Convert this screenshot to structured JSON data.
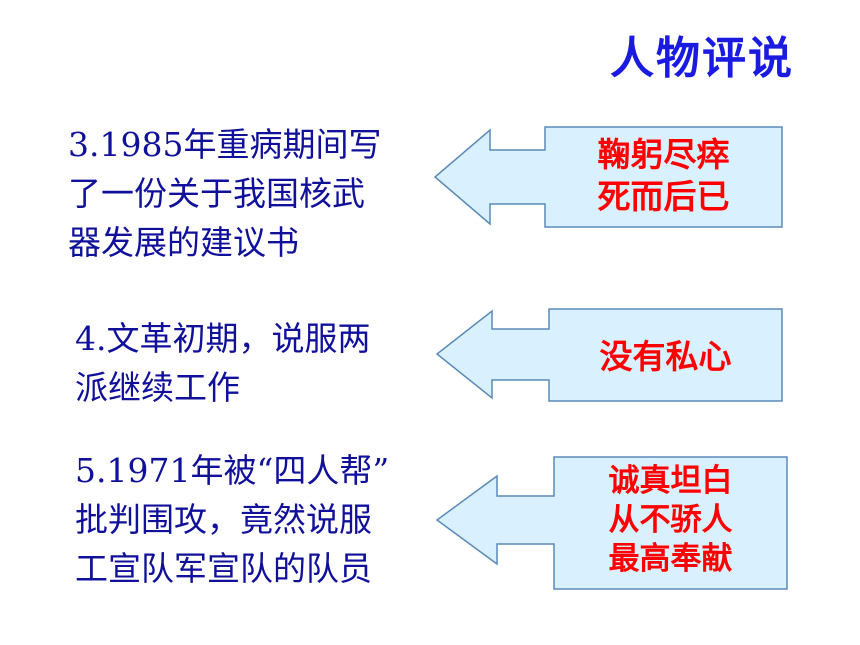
{
  "title": "人物评说",
  "items": [
    {
      "fact_lines": [
        "3.1985年重病期间写",
        "了一份关于我国核武",
        "器发展的建议书"
      ],
      "comment_lines": [
        "鞠躬尽瘁",
        "死而后已"
      ]
    },
    {
      "fact_lines": [
        "4.文革初期，说服两",
        "派继续工作"
      ],
      "comment_lines": [
        "没有私心"
      ]
    },
    {
      "fact_lines": [
        "5.1971年被“四人帮”",
        "批判围攻，竟然说服",
        "工宣队军宣队的队员"
      ],
      "comment_lines": [
        "诚真坦白",
        "从不骄人",
        "最高奉献"
      ]
    }
  ],
  "colors": {
    "title": "#1a1ae0",
    "fact_text": "#10109a",
    "comment_text": "#ff0000",
    "arrow_fill": "#d9f0ff",
    "arrow_stroke": "#5a8ab8"
  }
}
